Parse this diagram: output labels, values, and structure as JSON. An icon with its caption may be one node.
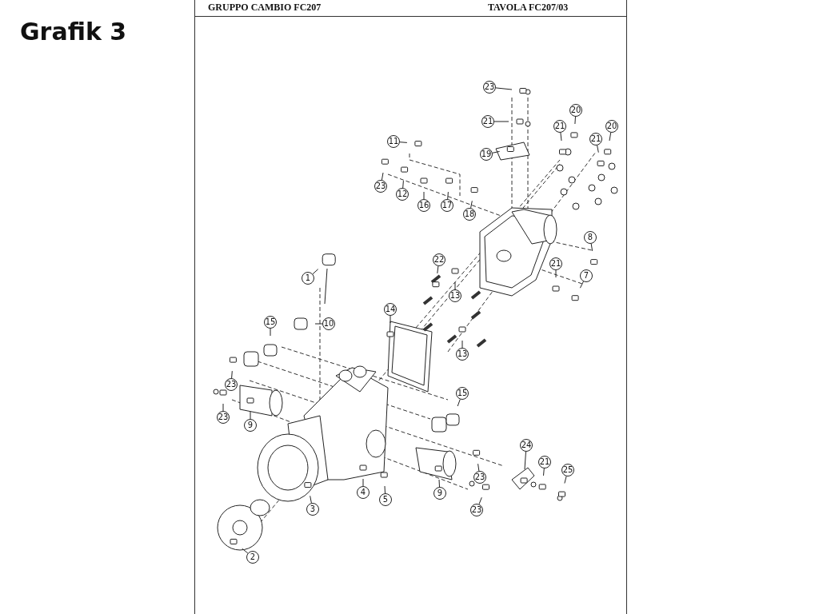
{
  "diagram": {
    "title": "Grafik 3",
    "nodes": [
      {
        "text": [
          "23"
        ]
      },
      {
        "text": [
          "20"
        ]
      },
      {
        "text": [
          "20"
        ]
      },
      {
        "text": [
          "21"
        ]
      },
      {
        "text": [
          "21"
        ]
      },
      {
        "text": [
          "21"
        ]
      },
      {
        "text": [
          "11"
        ]
      },
      {
        "text": [
          "19"
        ]
      },
      {
        "text": [
          "23"
        ]
      },
      {
        "text": [
          "12"
        ]
      },
      {
        "text": [
          "16"
        ]
      },
      {
        "text": [
          "17"
        ]
      },
      {
        "text": [
          "18"
        ]
      },
      {
        "text": [
          "8"
        ]
      },
      {
        "text": [
          "22"
        ]
      },
      {
        "text": [
          "21"
        ]
      },
      {
        "text": [
          "7"
        ]
      },
      {
        "text": [
          "1"
        ]
      },
      {
        "text": [
          "13"
        ]
      },
      {
        "text": [
          "14"
        ]
      },
      {
        "text": [
          "15"
        ]
      },
      {
        "text": [
          "10"
        ]
      },
      {
        "text": [
          "13"
        ]
      },
      {
        "text": [
          "23"
        ]
      },
      {
        "text": [
          "15"
        ]
      },
      {
        "text": [
          "23"
        ]
      },
      {
        "text": [
          "9"
        ]
      },
      {
        "text": [
          "24"
        ]
      },
      {
        "text": [
          "21"
        ]
      },
      {
        "text": [
          "25"
        ]
      },
      {
        "text": [
          "23"
        ]
      },
      {
        "text": [
          "4"
        ]
      },
      {
        "text": [
          "9"
        ]
      },
      {
        "text": [
          "5"
        ]
      },
      {
        "text": [
          "3"
        ]
      },
      {
        "text": [
          "23"
        ]
      },
      {
        "text": [
          "2"
        ]
      }
    ],
    "edges": [
      {
        "from": 0,
        "to": null,
        "arrow": "none"
      },
      {
        "from": 1,
        "to": null,
        "arrow": "none"
      },
      {
        "from": 2,
        "to": null,
        "arrow": "none"
      },
      {
        "from": 3,
        "to": null,
        "arrow": "none"
      },
      {
        "from": 4,
        "to": null,
        "arrow": "none"
      },
      {
        "from": 5,
        "to": null,
        "arrow": "none"
      },
      {
        "from": 6,
        "to": null,
        "arrow": "none"
      },
      {
        "from": 7,
        "to": null,
        "arrow": "none"
      },
      {
        "from": 8,
        "to": null,
        "arrow": "none"
      },
      {
        "from": 9,
        "to": null,
        "arrow": "none"
      },
      {
        "from": 10,
        "to": null,
        "arrow": "none"
      },
      {
        "from": 11,
        "to": null,
        "arrow": "none"
      },
      {
        "from": 12,
        "to": null,
        "arrow": "none"
      },
      {
        "from": 13,
        "to": null,
        "arrow": "none"
      },
      {
        "from": 14,
        "to": null,
        "arrow": "none"
      },
      {
        "from": 15,
        "to": null,
        "arrow": "none"
      },
      {
        "from": 16,
        "to": null,
        "arrow": "none"
      },
      {
        "from": 17,
        "to": null,
        "arrow": "none"
      },
      {
        "from": 18,
        "to": null,
        "arrow": "none"
      },
      {
        "from": 19,
        "to": null,
        "arrow": "none"
      },
      {
        "from": 20,
        "to": null,
        "arrow": "none"
      },
      {
        "from": 21,
        "to": null,
        "arrow": "none"
      },
      {
        "from": 22,
        "to": null,
        "arrow": "none"
      },
      {
        "from": 23,
        "to": null,
        "arrow": "none"
      },
      {
        "from": 24,
        "to": null,
        "arrow": "none"
      },
      {
        "from": 25,
        "to": null,
        "arrow": "none"
      },
      {
        "from": 26,
        "to": null,
        "arrow": "none"
      },
      {
        "from": 27,
        "to": null,
        "arrow": "none"
      },
      {
        "from": 28,
        "to": null,
        "arrow": "none"
      },
      {
        "from": 29,
        "to": null,
        "arrow": "none"
      },
      {
        "from": 30,
        "to": null,
        "arrow": "none"
      },
      {
        "from": 31,
        "to": null,
        "arrow": "none"
      },
      {
        "from": 32,
        "to": null,
        "arrow": "none"
      },
      {
        "from": 33,
        "to": null,
        "arrow": "none"
      },
      {
        "from": 34,
        "to": null,
        "arrow": "none"
      },
      {
        "from": 35,
        "to": null,
        "arrow": "none"
      },
      {
        "from": 36,
        "to": null,
        "arrow": "none"
      }
    ],
    "labels": [
      "GRUPPO CAMBIO FC207",
      "TAVOLA FC207/03"
    ]
  }
}
